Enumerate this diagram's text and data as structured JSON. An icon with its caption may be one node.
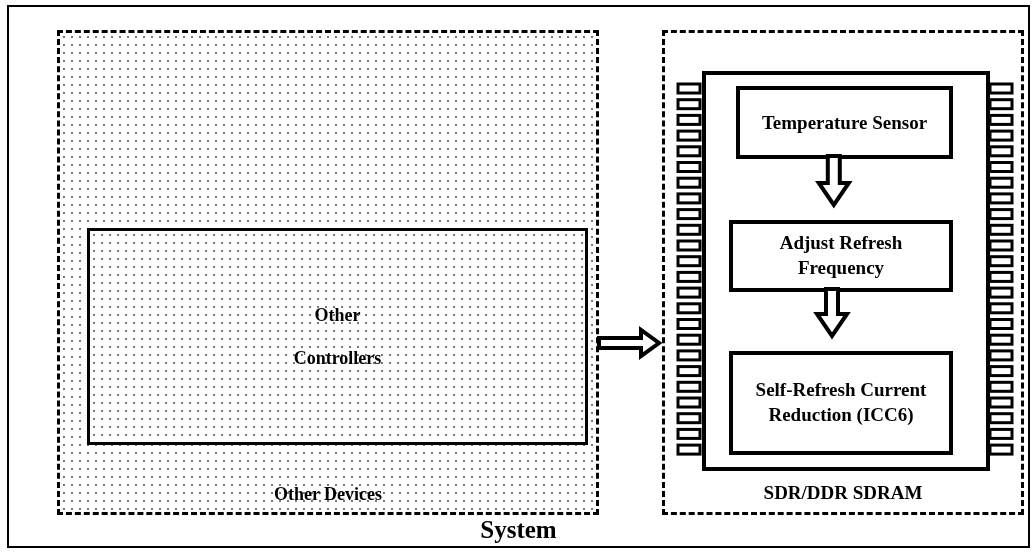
{
  "diagram": {
    "nodes": [
      {
        "text": [
          "System"
        ]
      },
      {
        "text": [
          "Other Devices"
        ],
        "in": 0
      },
      {
        "text": [
          "Other Controllers"
        ],
        "in": 1
      },
      {
        "text": [
          "SDR/DDR SDRAM"
        ],
        "in": 0
      },
      {
        "text": [],
        "shape": "box",
        "in": 3
      },
      {
        "text": [
          "Temperature Sensor"
        ],
        "in": 4
      },
      {
        "text": [
          "Adjust Refresh Frequency"
        ],
        "in": 4
      },
      {
        "text": [
          "Self-Refresh Current Reduction (ICC6)"
        ],
        "in": 4
      }
    ],
    "edges": [
      {
        "from": 1,
        "to": 3,
        "arrow": "to"
      },
      {
        "from": 5,
        "to": 6,
        "arrow": "to"
      },
      {
        "from": 6,
        "to": 7,
        "arrow": "to"
      }
    ]
  }
}
